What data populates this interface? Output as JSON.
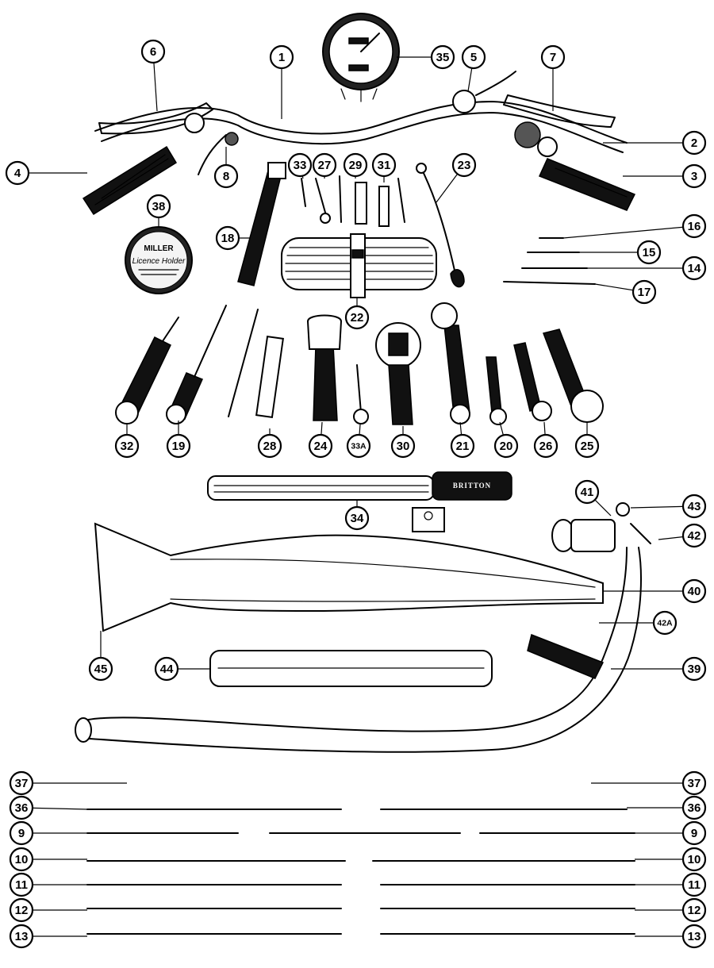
{
  "callouts": [
    "1",
    "2",
    "3",
    "4",
    "5",
    "6",
    "7",
    "8",
    "9",
    "10",
    "11",
    "12",
    "13",
    "14",
    "15",
    "16",
    "17",
    "18",
    "19",
    "20",
    "21",
    "22",
    "23",
    "24",
    "25",
    "26",
    "27",
    "28",
    "29",
    "30",
    "31",
    "32",
    "33",
    "33A",
    "34",
    "35",
    "36",
    "37",
    "38",
    "39",
    "40",
    "41",
    "42",
    "42A",
    "43",
    "44",
    "45"
  ],
  "texts": {
    "licence_brand": "MILLER",
    "licence_title": "Licence Holder",
    "pump_brand": "BRITTON"
  }
}
